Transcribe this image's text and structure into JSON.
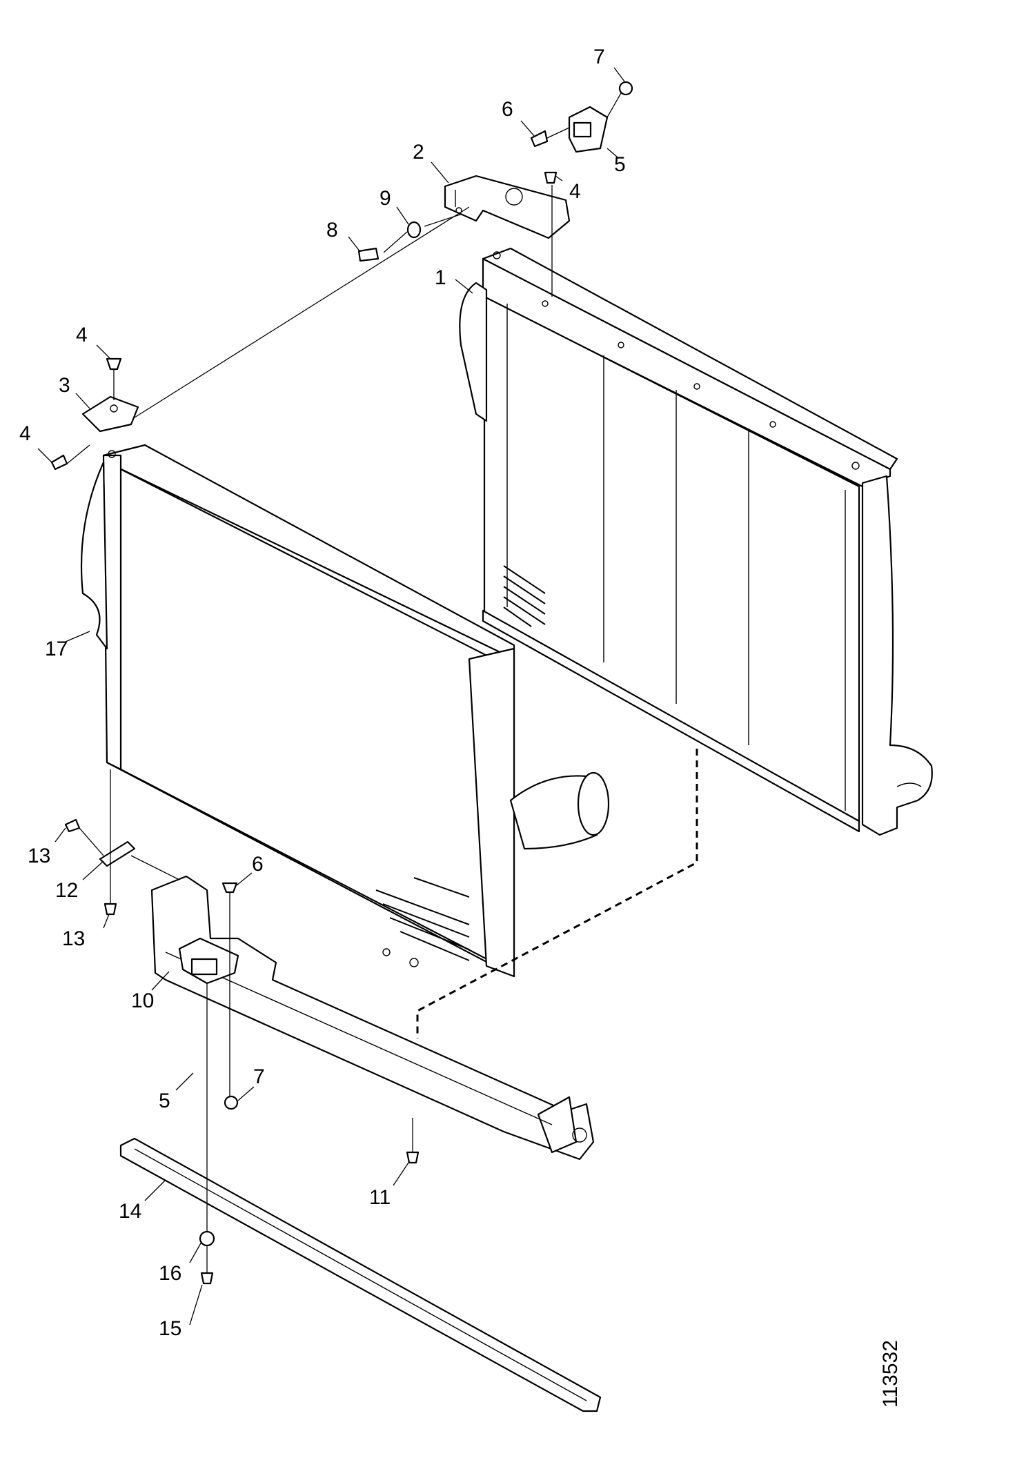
{
  "figure_number": "113532",
  "callouts": {
    "c1": "1",
    "c2": "2",
    "c3": "3",
    "c4a": "4",
    "c4b": "4",
    "c4c": "4",
    "c5a": "5",
    "c5b": "5",
    "c6a": "6",
    "c6b": "6",
    "c7a": "7",
    "c7b": "7",
    "c8": "8",
    "c9": "9",
    "c10": "10",
    "c11": "11",
    "c12": "12",
    "c13a": "13",
    "c13b": "13",
    "c14": "14",
    "c15": "15",
    "c16": "16",
    "c17": "17"
  }
}
